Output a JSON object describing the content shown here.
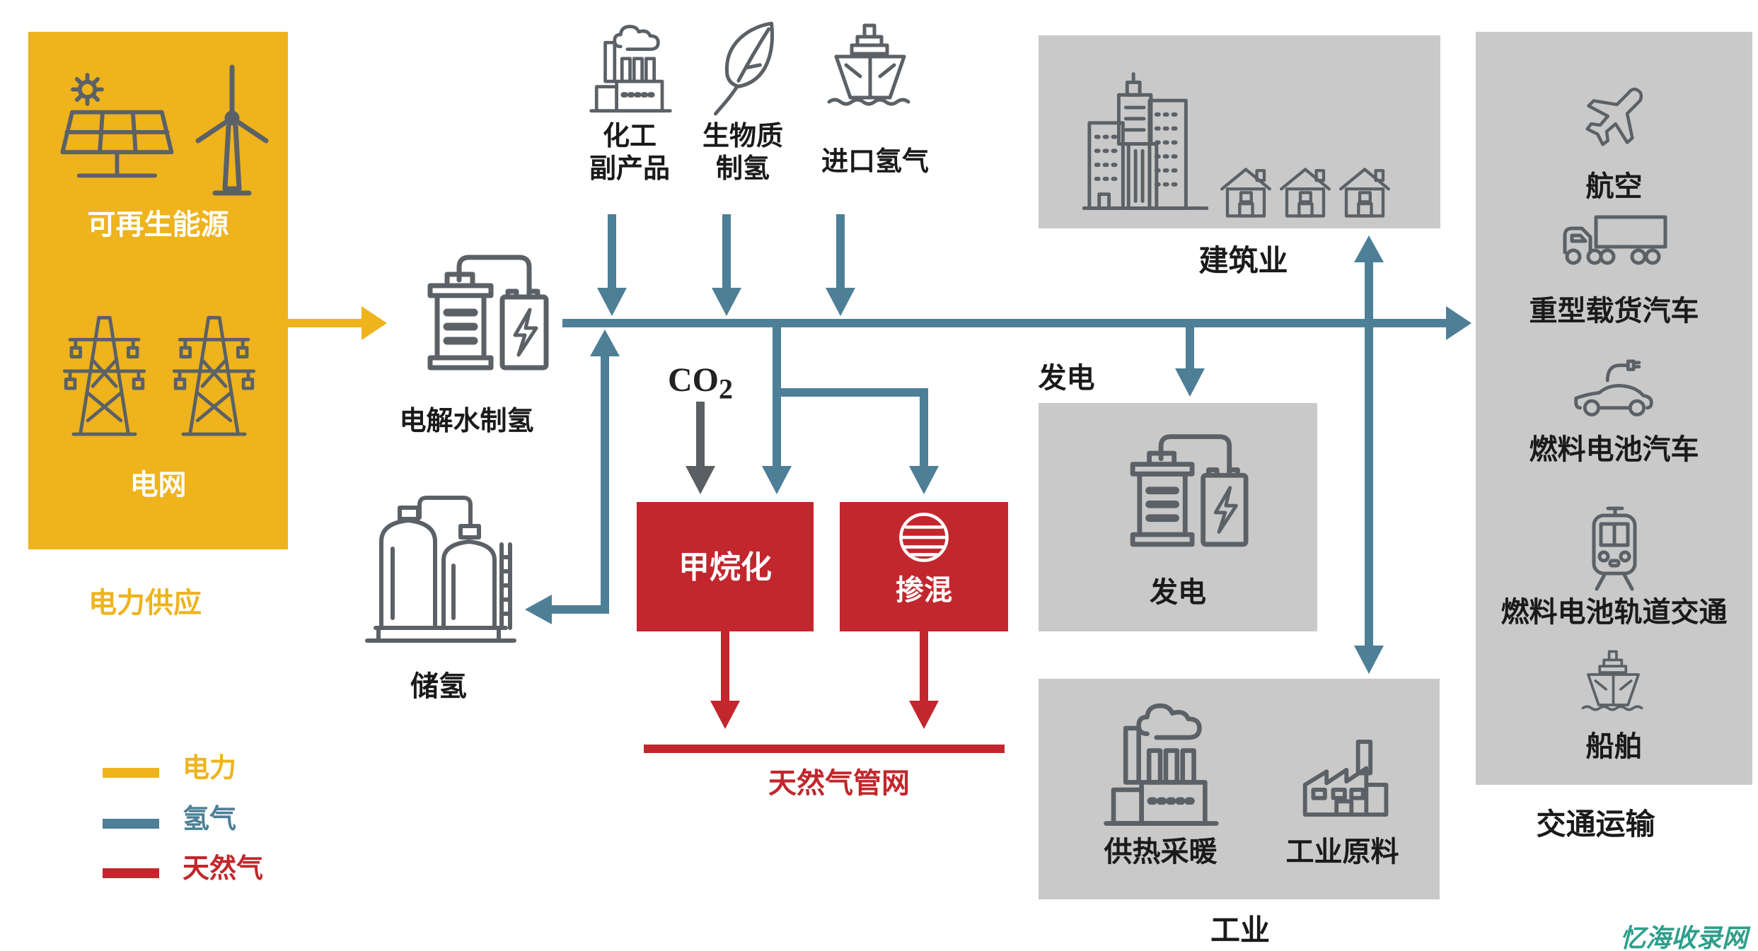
{
  "colors": {
    "power_yellow": "#EEB31D",
    "hydrogen_blue": "#4D7F97",
    "gas_red": "#C1272D",
    "box_gray": "#C9C9C9",
    "icon_gray": "#5B6166",
    "watermark_teal": "#2E9F8B"
  },
  "supply": {
    "renewable_label": "可再生能源",
    "grid_label": "电网",
    "caption": "电力供应"
  },
  "electrolysis": {
    "label": "电解水制氢"
  },
  "sources": {
    "chemical_line1": "化工",
    "chemical_line2": "副产品",
    "biomass_line1": "生物质",
    "biomass_line2": "制氢",
    "imported_label": "进口氢气"
  },
  "co2": {
    "base": "CO",
    "sub": "2"
  },
  "storage": {
    "label": "储氢"
  },
  "methanation": {
    "label": "甲烷化"
  },
  "blending": {
    "label": "掺混"
  },
  "pipeline": {
    "label": "天然气管网"
  },
  "buildings": {
    "label": "建筑业"
  },
  "power_generation": {
    "outer_label": "发电",
    "inner_label": "发电"
  },
  "industry": {
    "heating_label": "供热采暖",
    "feedstock_label": "工业原料",
    "caption": "工业"
  },
  "transport": {
    "items": [
      {
        "label": "航空"
      },
      {
        "label": "重型载货汽车"
      },
      {
        "label": "燃料电池汽车"
      },
      {
        "label": "燃料电池轨道交通"
      },
      {
        "label": "船舶"
      }
    ],
    "caption": "交通运输"
  },
  "legend": {
    "items": [
      {
        "label": "电力",
        "color": "#EEB31D"
      },
      {
        "label": "氢气",
        "color": "#4D7F97"
      },
      {
        "label": "天然气",
        "color": "#C1272D"
      }
    ]
  },
  "watermark": {
    "label": "忆海收录网"
  }
}
